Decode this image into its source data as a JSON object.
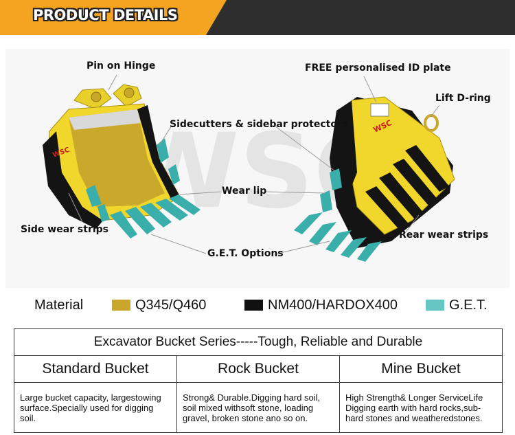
{
  "header": {
    "title": "PRODUCT DETAILS"
  },
  "brand": {
    "logo_text": "WSC",
    "watermark_text": "WSC"
  },
  "callouts": {
    "pin_on_hinge": "Pin on Hinge",
    "id_plate": "FREE personalised ID plate",
    "lift_d_ring": "Lift D-ring",
    "sidecutters": "Sidecutters & sidebar protectors",
    "wear_lip": "Wear lip",
    "side_wear_strips": "Side wear strips",
    "rear_wear_strips": "Rear wear strips",
    "get_options": "G.E.T. Options"
  },
  "legend": {
    "title": "Material",
    "items": [
      {
        "label": "Q345/Q460",
        "color": "#c9a72a"
      },
      {
        "label": "NM400/HARDOX400",
        "color": "#111111"
      },
      {
        "label": "G.E.T.",
        "color": "#66c6c4"
      }
    ]
  },
  "colors": {
    "accent_orange": "#f5a422",
    "banner_dark": "#2e2e2e",
    "bucket_yellow": "#f1d72c",
    "get_teal": "#3aaeaa"
  },
  "table": {
    "title": "Excavator Bucket Series-----Tough, Reliable and Durable",
    "columns": [
      {
        "name": "Standard Bucket",
        "desc": "Large bucket capacity, largestowing surface.Specially used for digging soil."
      },
      {
        "name": "Rock Bucket",
        "desc": "Strong& Durable.Digging hard soil, soil mixed withsoft stone, loading gravel, broken stone ano so on."
      },
      {
        "name": "Mine Bucket",
        "desc": "High Strength& Longer ServiceLife Digging earth with hard rocks,sub-hard stones and weatheredstones."
      }
    ]
  }
}
